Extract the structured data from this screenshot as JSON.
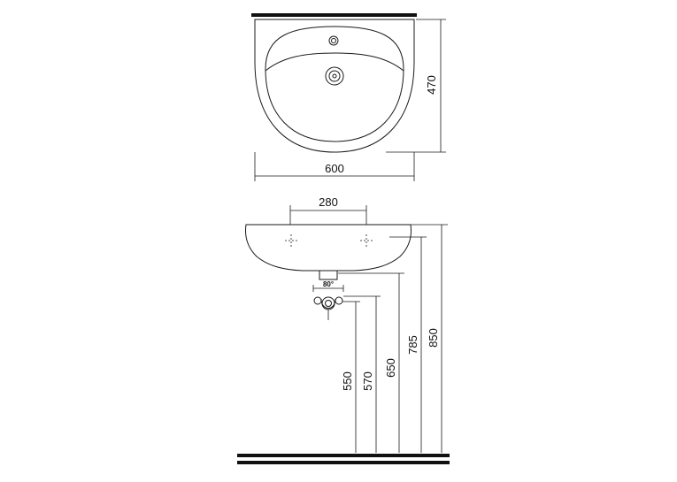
{
  "top_view": {
    "width_label": "600",
    "depth_label": "470"
  },
  "side_view": {
    "tap_spacing_label": "280",
    "angle_label": "80°",
    "height_labels": [
      "550",
      "570",
      "650",
      "785",
      "850"
    ]
  },
  "colors": {
    "line": "#1a1a1a",
    "floor": "#111111"
  }
}
